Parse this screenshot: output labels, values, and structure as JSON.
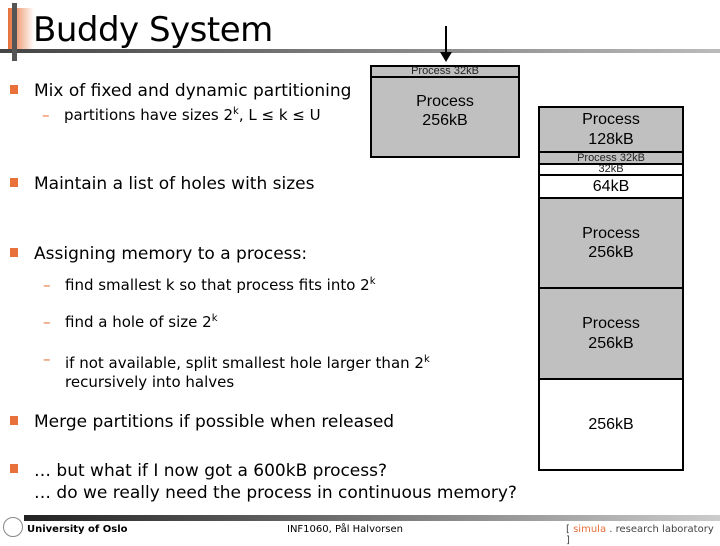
{
  "title": "Buddy System",
  "bullets": {
    "b1": "Mix of fixed and dynamic partitioning",
    "b1_sub": {
      "pre": "partitions have sizes 2",
      "sup": "k",
      "post": ", L ≤ k ≤ U"
    },
    "b2": "Maintain a list of holes with sizes",
    "b3": "Assigning memory to a process:",
    "b3_sub1": {
      "pre": "find smallest k so that process fits into 2",
      "sup": "k"
    },
    "b3_sub2": {
      "pre": "find a hole of size 2",
      "sup": "k"
    },
    "b3_sub3": {
      "pre": "if not available, split smallest hole larger than 2",
      "sup": "k",
      "line2": "recursively into halves"
    },
    "b4": "Merge partitions if possible when released",
    "b5": {
      "line1": "… but what if I now got a 600kB process?",
      "line2": "… do we really need the process in continuous memory?"
    }
  },
  "incoming": {
    "header": "Process 32kB",
    "body": "Process\n256kB"
  },
  "memory": [
    {
      "label": "Process\n128kB",
      "state": "used"
    },
    {
      "label": "Process 32kB",
      "state": "used"
    },
    {
      "label": "32kB",
      "state": "free"
    },
    {
      "label": "64kB",
      "state": "free"
    },
    {
      "label": "Process\n256kB",
      "state": "used"
    },
    {
      "label": "Process\n256kB",
      "state": "used"
    },
    {
      "label": "256kB",
      "state": "free"
    }
  ],
  "footer": {
    "left": "University of Oslo",
    "center": "INF1060,   Pål Halvorsen",
    "right_pre": "[ ",
    "right_brand": "simula",
    "right_post": " . research laboratory ]"
  },
  "colors": {
    "accent": "#e8703a",
    "used": "#c0c0c0",
    "free": "#ffffff"
  }
}
